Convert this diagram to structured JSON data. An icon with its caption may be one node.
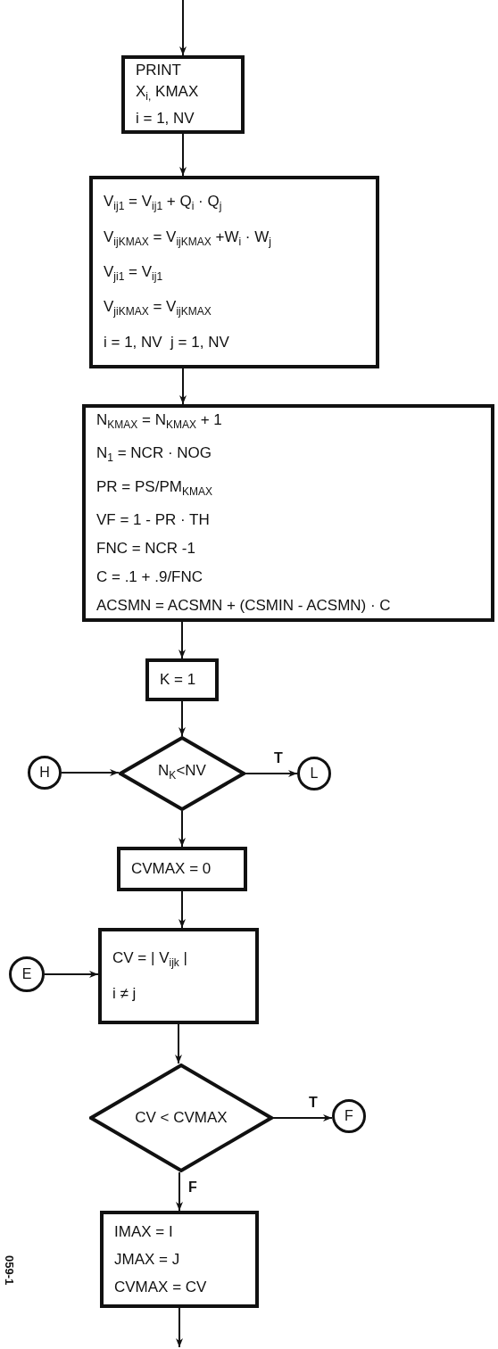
{
  "diagram": {
    "nodes": [
      {
        "text": [
          "PRINT",
          "X$_{i,}$ KMAX",
          "i = 1, NV"
        ]
      },
      {
        "text": [
          "V$_{ij1}$ = V$_{ij1}$ + Q$_{i}$ · Q$_{j}$",
          "V$_{ijKMAX}$ = V$_{ijKMAX}$ +W$_{i}$ · W$_{j}$",
          "V$_{ji1}$ = V$_{ij1}$",
          "V$_{jiKMAX}$ = V$_{ijKMAX}$",
          "i = 1, NV  j = 1, NV"
        ]
      },
      {
        "text": [
          "N$_{KMAX}$ = N$_{KMAX}$ + 1",
          "N$_{1}$ = NCR · NOG",
          "PR = PS/PM$_{KMAX}$",
          "VF = 1 - PR · TH",
          "FNC = NCR -1",
          "C = .1 + .9/FNC",
          "ACSMN = ACSMN + (CSMIN - ACSMN) · C"
        ]
      },
      {
        "text": [
          "K = 1"
        ]
      },
      {
        "text": [
          "H"
        ]
      },
      {
        "text": [
          "N$_{K}$<NV"
        ]
      },
      {
        "text": [
          "L"
        ]
      },
      {
        "text": [
          "CVMAX = 0"
        ]
      },
      {
        "text": [
          "E"
        ]
      },
      {
        "text": [
          "CV = | V$_{ijk}$ |",
          "i ≠ j"
        ]
      },
      {
        "text": [
          "CV < CVMAX"
        ]
      },
      {
        "text": [
          "F"
        ]
      },
      {
        "text": [
          "IMAX = I",
          "JMAX = J",
          "CVMAX = CV"
        ]
      }
    ],
    "edges": [
      {
        "from": null,
        "to": 0,
        "arrow": "to"
      },
      {
        "from": 0,
        "to": 1,
        "arrow": "to"
      },
      {
        "from": 1,
        "to": 2,
        "arrow": "to"
      },
      {
        "from": 2,
        "to": 3,
        "arrow": "to"
      },
      {
        "from": 3,
        "to": 5,
        "arrow": "to"
      },
      {
        "from": 4,
        "to": 5,
        "arrow": "to"
      },
      {
        "from": 5,
        "to": 6,
        "arrow": "to",
        "label": "T"
      },
      {
        "from": 5,
        "to": 7,
        "arrow": "to"
      },
      {
        "from": 8,
        "to": 9,
        "arrow": "to"
      },
      {
        "from": 7,
        "to": 9,
        "arrow": "to"
      },
      {
        "from": 9,
        "to": 10,
        "arrow": "to"
      },
      {
        "from": 10,
        "to": 11,
        "arrow": "to",
        "label": "T"
      },
      {
        "from": 10,
        "to": 12,
        "arrow": "to",
        "label": "F"
      },
      {
        "from": 12,
        "to": null,
        "arrow": "to"
      }
    ],
    "labels": [
      "059-1"
    ]
  }
}
